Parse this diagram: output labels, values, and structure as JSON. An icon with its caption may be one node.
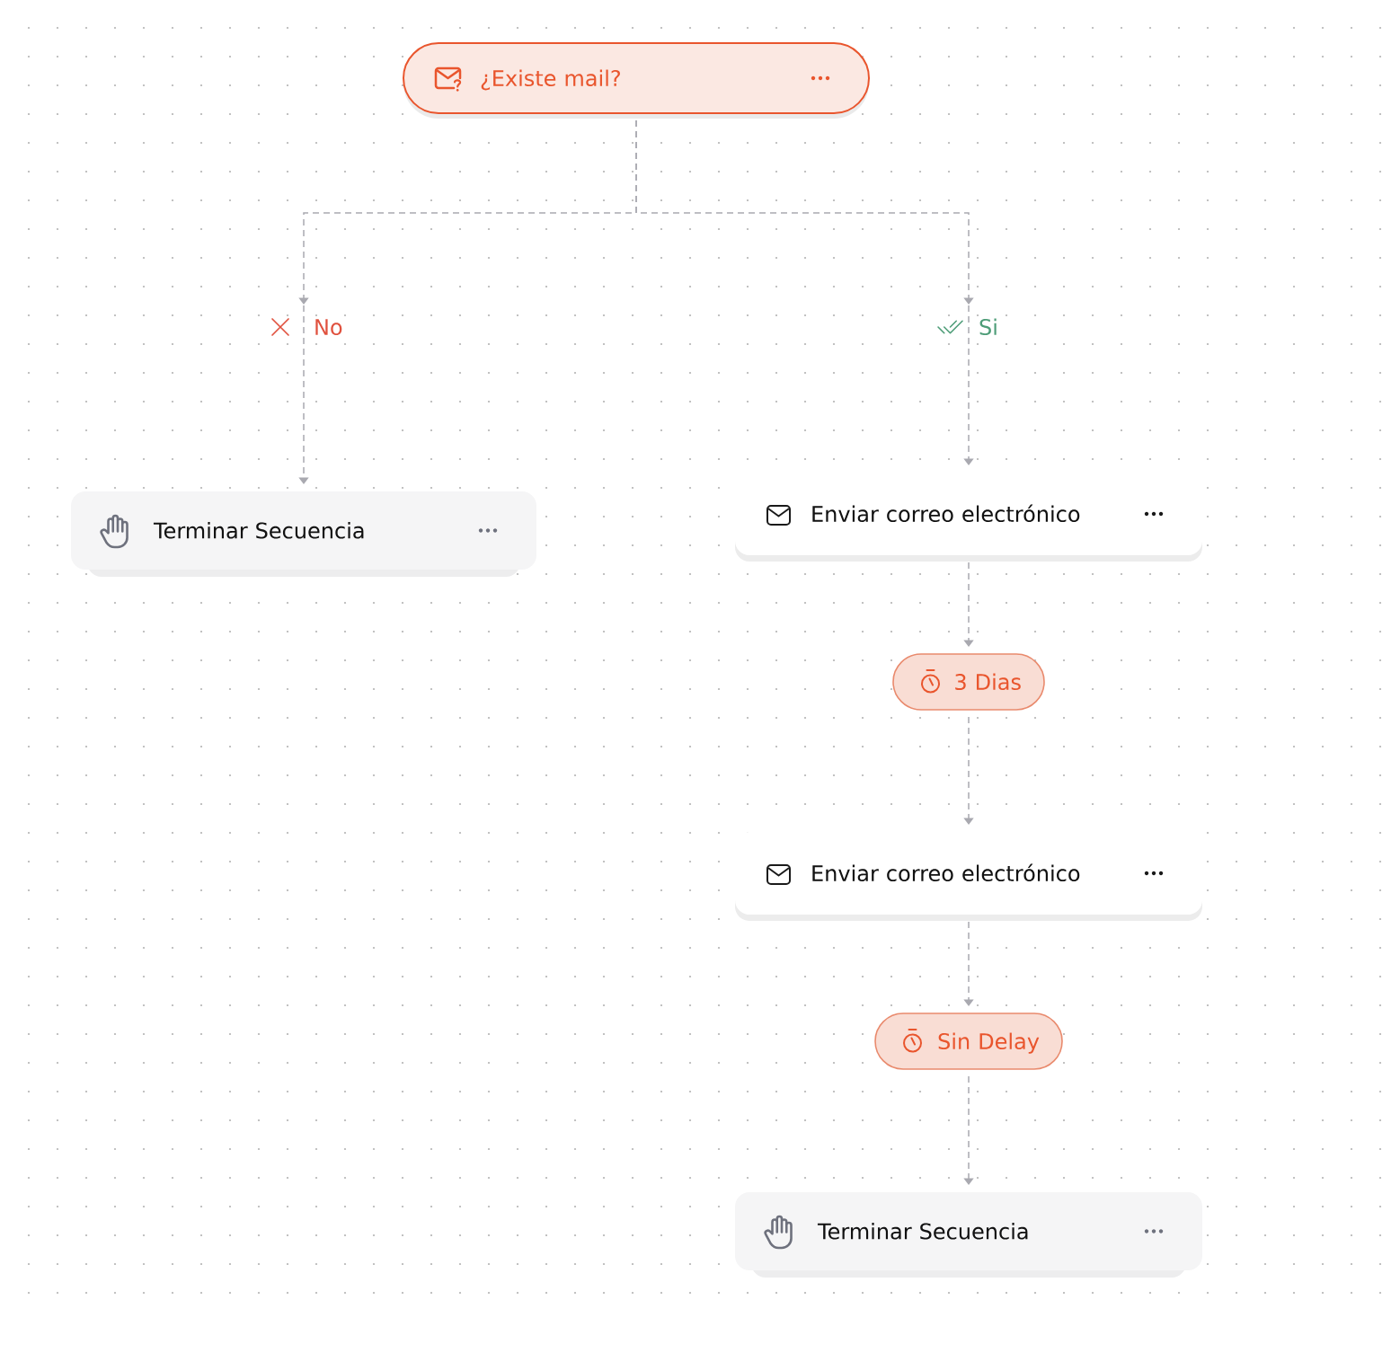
{
  "diagram": {
    "nodes": [
      {
        "text": [
          "¿Existe mail?"
        ]
      },
      {
        "text": [
          "Terminar Secuencia"
        ]
      },
      {
        "text": [
          "Enviar correo electrónico"
        ]
      },
      {
        "text": [
          "3 Dias"
        ]
      },
      {
        "text": [
          "Enviar correo electrónico"
        ]
      },
      {
        "text": [
          "Sin Delay"
        ]
      },
      {
        "text": [
          "Terminar Secuencia"
        ]
      }
    ],
    "edges": [
      {
        "from": 0,
        "to": 1,
        "arrow": "to",
        "label": "No",
        "style": "dashed"
      },
      {
        "from": 0,
        "to": 2,
        "arrow": "to",
        "label": "Si",
        "style": "dashed"
      },
      {
        "from": 2,
        "to": 3,
        "arrow": "to",
        "style": "dashed"
      },
      {
        "from": 3,
        "to": 4,
        "arrow": "to",
        "style": "dashed"
      },
      {
        "from": 4,
        "to": 5,
        "arrow": "to",
        "style": "dashed"
      },
      {
        "from": 5,
        "to": 6,
        "arrow": "to",
        "style": "dashed"
      }
    ]
  }
}
